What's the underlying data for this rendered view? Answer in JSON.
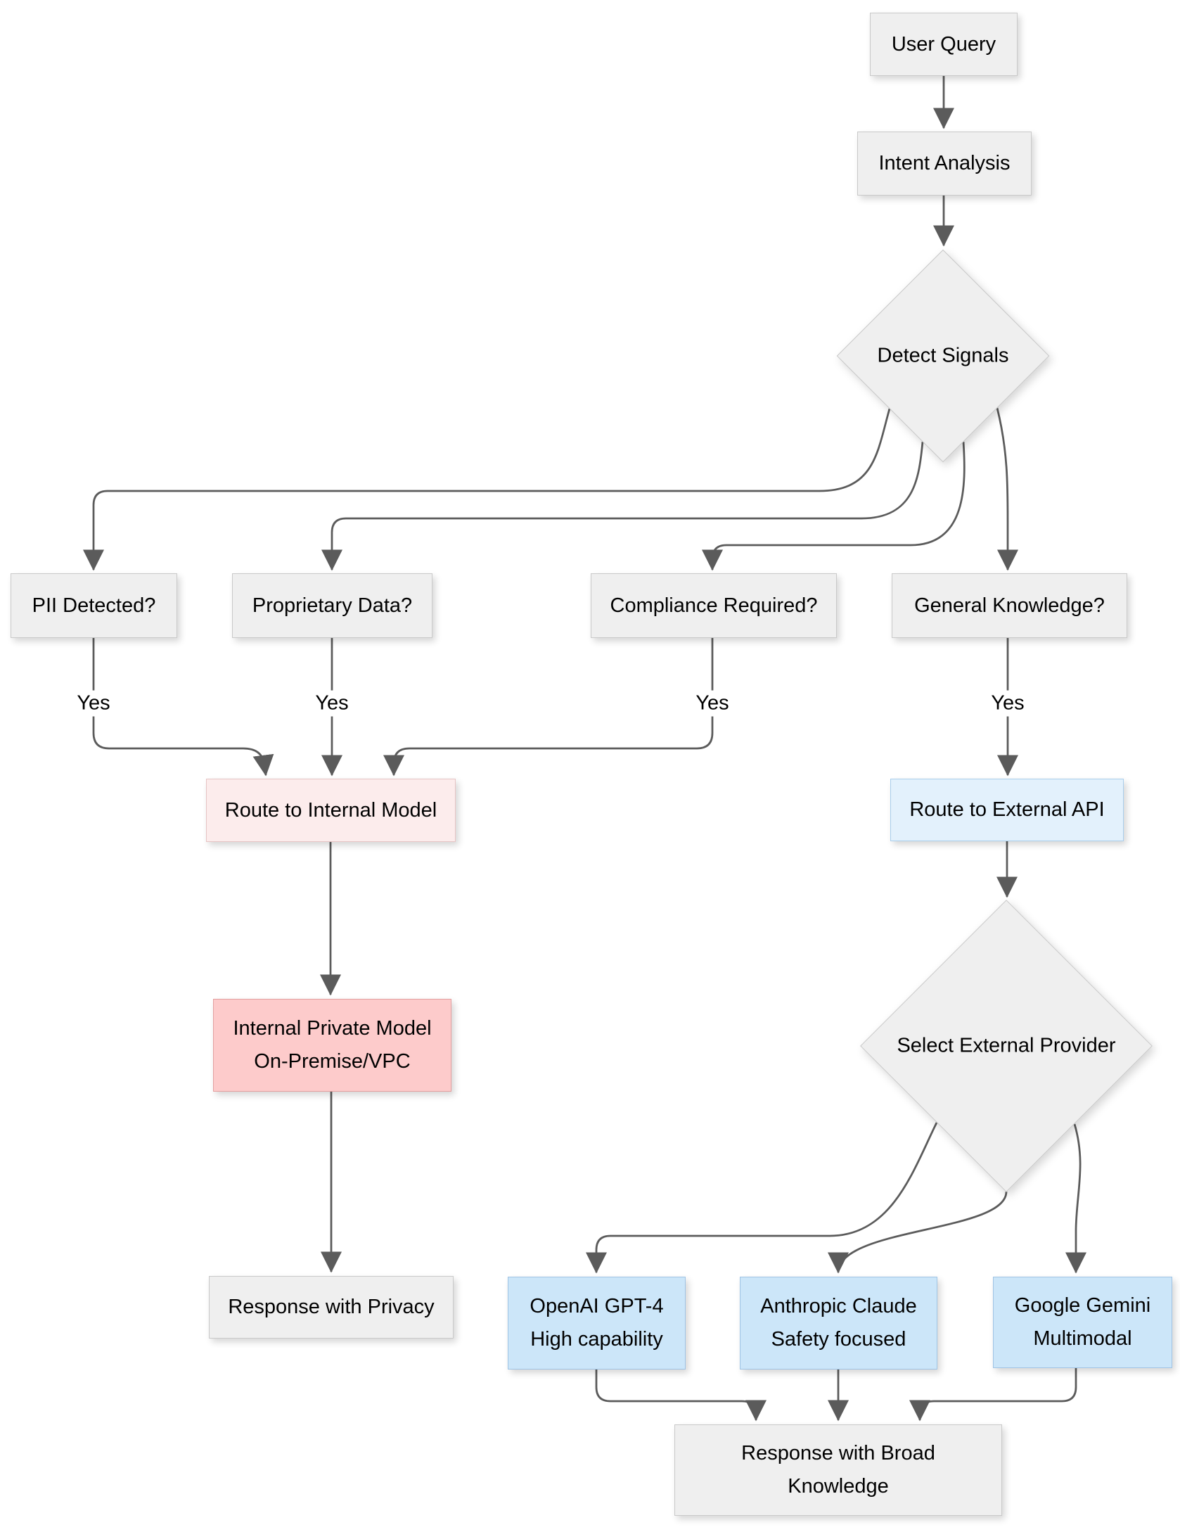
{
  "diagram": {
    "type": "flowchart",
    "nodes": {
      "user_query": {
        "label": "User Query"
      },
      "intent_analysis": {
        "label": "Intent Analysis"
      },
      "detect_signals": {
        "label": "Detect Signals"
      },
      "pii": {
        "label": "PII Detected?"
      },
      "proprietary": {
        "label": "Proprietary Data?"
      },
      "compliance": {
        "label": "Compliance Required?"
      },
      "general": {
        "label": "General Knowledge?"
      },
      "route_internal": {
        "label": "Route to Internal Model"
      },
      "route_external": {
        "label": "Route to External API"
      },
      "internal_private": {
        "line1": "Internal Private Model",
        "line2": "On-Premise/VPC"
      },
      "select_provider": {
        "label": "Select External Provider"
      },
      "response_privacy": {
        "label": "Response with Privacy"
      },
      "openai": {
        "line1": "OpenAI GPT-4",
        "line2": "High capability"
      },
      "anthropic": {
        "line1": "Anthropic Claude",
        "line2": "Safety focused"
      },
      "gemini": {
        "line1": "Google Gemini",
        "line2": "Multimodal"
      },
      "response_broad": {
        "line1": "Response with Broad",
        "line2": "Knowledge"
      }
    },
    "edge_labels": {
      "pii_yes": "Yes",
      "proprietary_yes": "Yes",
      "compliance_yes": "Yes",
      "general_yes": "Yes"
    },
    "colors": {
      "node_fill": "#efefef",
      "node_border": "#c9c9c9",
      "route_internal_fill": "#fcecec",
      "route_internal_border": "#e6c4c4",
      "internal_model_fill": "#fdcbcb",
      "internal_model_border": "#e39f9f",
      "route_external_fill": "#e3f1fc",
      "route_external_border": "#a9cdeb",
      "provider_fill": "#cce6f9",
      "provider_border": "#9fc3e4",
      "edge": "#5b5b5b",
      "text": "#000000"
    }
  }
}
